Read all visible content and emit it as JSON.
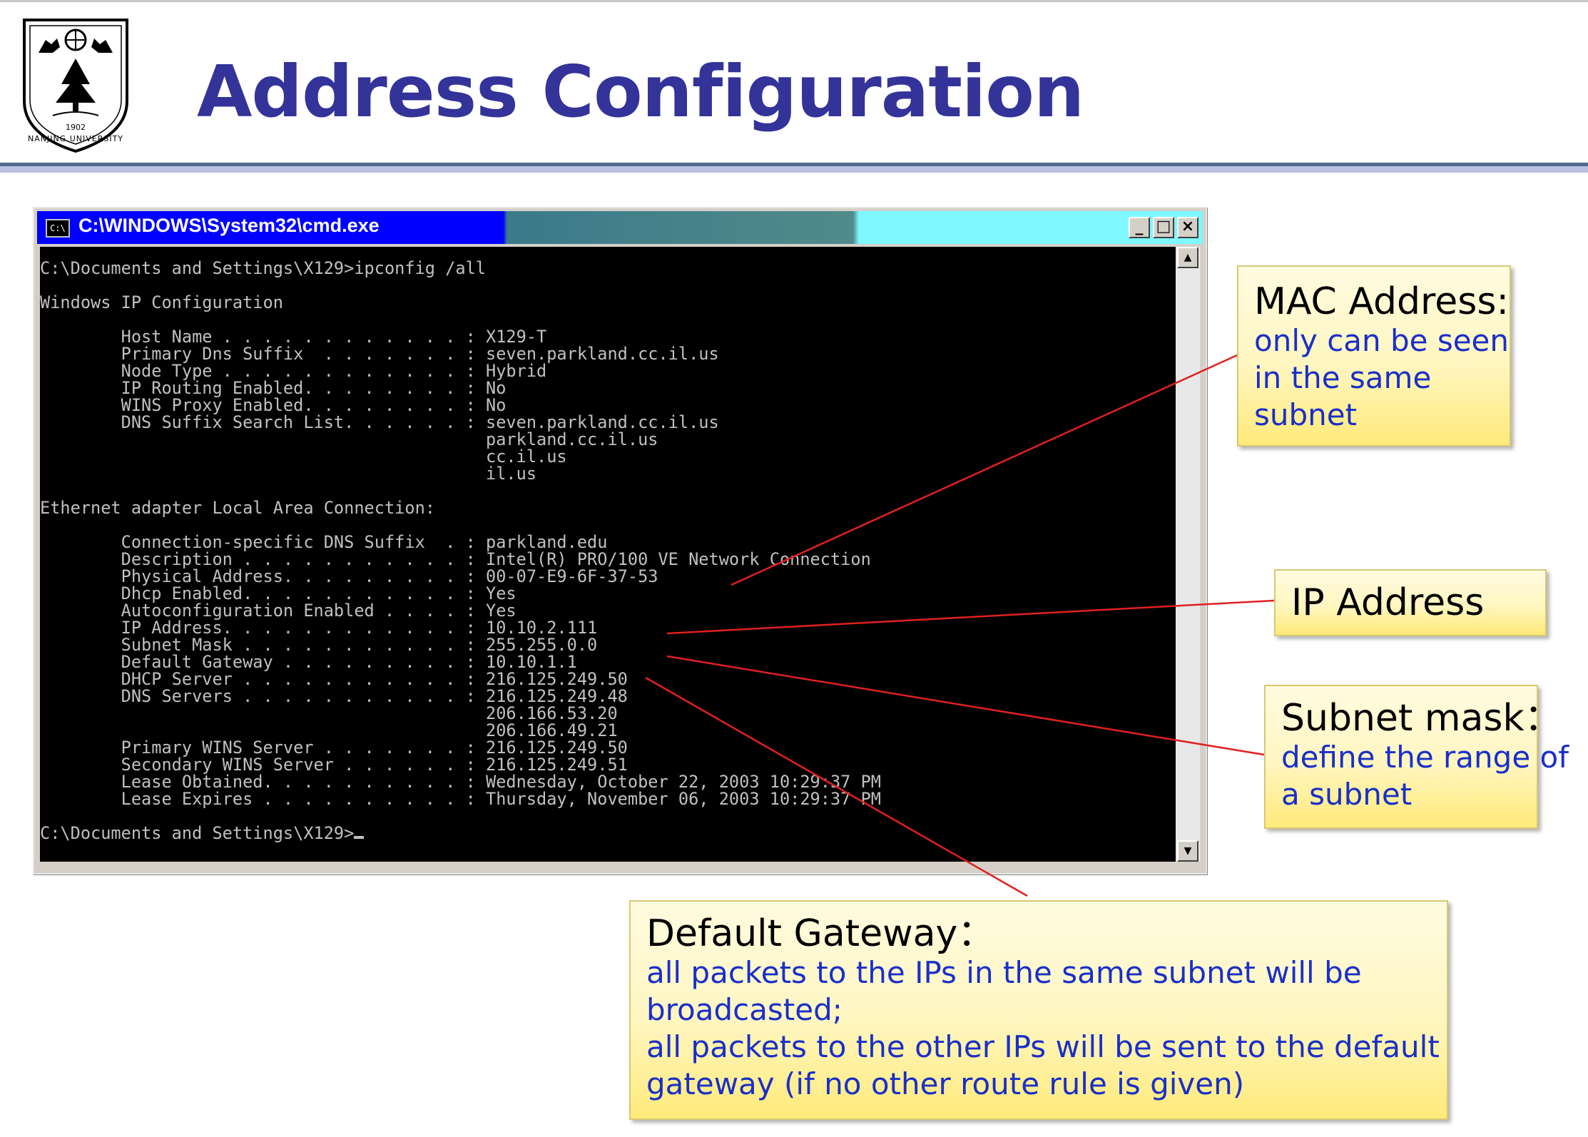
{
  "slide": {
    "title": "Address Configuration",
    "logo": {
      "icon": "nanjing-university-seal-icon",
      "text": "NANJING UNIVERSITY",
      "year": "1902"
    }
  },
  "window": {
    "title": "C:\\WINDOWS\\System32\\cmd.exe",
    "minimize_label": "_",
    "maximize_label": "□",
    "close_label": "×",
    "scroll_up": "▲",
    "scroll_down": "▼",
    "console_lines": [
      "C:\\Documents and Settings\\X129>ipconfig /all",
      "",
      "Windows IP Configuration",
      "",
      "        Host Name . . . . . . . . . . . . : X129-T",
      "        Primary Dns Suffix  . . . . . . . : seven.parkland.cc.il.us",
      "        Node Type . . . . . . . . . . . . : Hybrid",
      "        IP Routing Enabled. . . . . . . . : No",
      "        WINS Proxy Enabled. . . . . . . . : No",
      "        DNS Suffix Search List. . . . . . : seven.parkland.cc.il.us",
      "                                            parkland.cc.il.us",
      "                                            cc.il.us",
      "                                            il.us",
      "",
      "Ethernet adapter Local Area Connection:",
      "",
      "        Connection-specific DNS Suffix  . : parkland.edu",
      "        Description . . . . . . . . . . . : Intel(R) PRO/100 VE Network Connection",
      "        Physical Address. . . . . . . . . : 00-07-E9-6F-37-53",
      "        Dhcp Enabled. . . . . . . . . . . : Yes",
      "        Autoconfiguration Enabled . . . . : Yes",
      "        IP Address. . . . . . . . . . . . : 10.10.2.111",
      "        Subnet Mask . . . . . . . . . . . : 255.255.0.0",
      "        Default Gateway . . . . . . . . . : 10.10.1.1",
      "        DHCP Server . . . . . . . . . . . : 216.125.249.50",
      "        DNS Servers . . . . . . . . . . . : 216.125.249.48",
      "                                            206.166.53.20",
      "                                            206.166.49.21",
      "        Primary WINS Server . . . . . . . : 216.125.249.50",
      "        Secondary WINS Server . . . . . . : 216.125.249.51",
      "        Lease Obtained. . . . . . . . . . : Wednesday, October 22, 2003 10:29:37 PM",
      "        Lease Expires . . . . . . . . . . : Thursday, November 06, 2003 10:29:37 PM",
      "",
      "C:\\Documents and Settings\\X129>"
    ]
  },
  "callouts": {
    "mac": {
      "heading": "MAC Address:",
      "lines": [
        "only can be seen",
        "in the same",
        "subnet"
      ]
    },
    "ip": {
      "heading": "IP Address"
    },
    "subnet": {
      "heading": "Subnet mask：",
      "lines": [
        "define the range of",
        "a subnet"
      ]
    },
    "gateway": {
      "heading": "Default Gateway：",
      "lines": [
        "all packets to the IPs in the same subnet will be",
        "broadcasted;",
        "all packets to the other IPs will be sent to the default",
        "gateway (if no other route rule is given)"
      ]
    }
  },
  "colors": {
    "title": "#333399",
    "callout_body": "#1a2fc8",
    "leader_line": "#e02020",
    "titlebar_active": "#0000ff"
  }
}
